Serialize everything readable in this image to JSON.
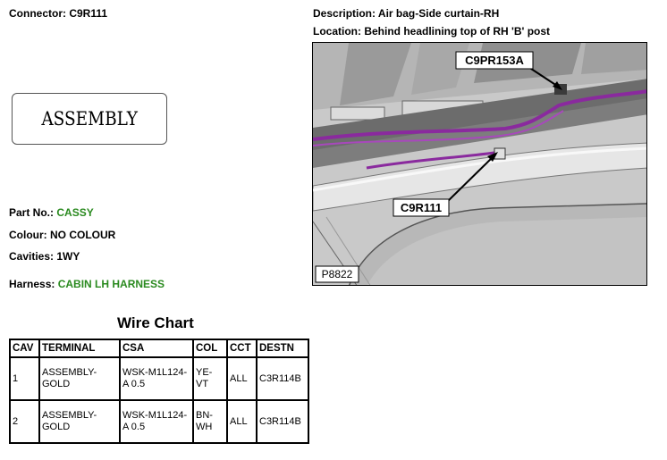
{
  "connector": {
    "label": "Connector:",
    "value": "C9R111"
  },
  "description": {
    "label": "Description:",
    "value": "Air bag-Side curtain-RH"
  },
  "location": {
    "label": "Location:",
    "value": "Behind headlining top of RH 'B' post"
  },
  "assembly_stamp": "ASSEMBLY",
  "part_no": {
    "label": "Part No.:",
    "value": "CASSY"
  },
  "colour": {
    "label": "Colour:",
    "value": "NO COLOUR"
  },
  "cavities": {
    "label": "Cavities:",
    "value": "1WY"
  },
  "harness": {
    "label": "Harness:",
    "value": "CABIN LH HARNESS"
  },
  "photo": {
    "callouts": [
      "C9PR153A",
      "C9R111"
    ],
    "ref": "P8822",
    "wire_color": "#8a2a9e"
  },
  "wire_chart": {
    "title": "Wire Chart",
    "headers": [
      "CAV",
      "TERMINAL",
      "CSA",
      "COL",
      "CCT",
      "DESTN"
    ],
    "rows": [
      {
        "cav": "1",
        "terminal": "ASSEMBLY-GOLD",
        "csa": "WSK-M1L124-A 0.5",
        "col": "YE-VT",
        "cct": "ALL",
        "destn": "C3R114B"
      },
      {
        "cav": "2",
        "terminal": "ASSEMBLY-GOLD",
        "csa": "WSK-M1L124-A 0.5",
        "col": "BN-WH",
        "cct": "ALL",
        "destn": "C3R114B"
      }
    ]
  }
}
